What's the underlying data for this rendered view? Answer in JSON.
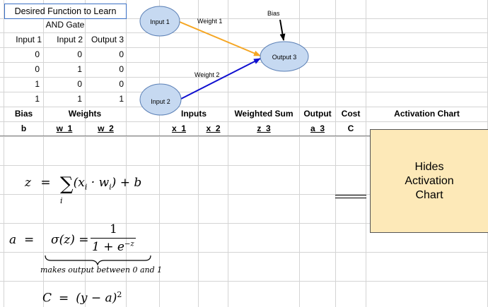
{
  "sheet": {
    "title_cell": "Desired Function to Learn",
    "gate_label": "AND Gate",
    "truth_table": {
      "headers": [
        "Input 1",
        "Input 2",
        "Output 3"
      ],
      "rows": [
        [
          "0",
          "0",
          "0"
        ],
        [
          "0",
          "1",
          "0"
        ],
        [
          "1",
          "0",
          "0"
        ],
        [
          "1",
          "1",
          "1"
        ]
      ]
    },
    "group_headers": {
      "bias": "Bias",
      "weights": "Weights",
      "inputs": "Inputs",
      "weighted_sum": "Weighted Sum",
      "output": "Output",
      "cost": "Cost",
      "activation_chart": "Activation Chart"
    },
    "column_vars": {
      "b": "b",
      "w1": "w_1",
      "w2": "w_2",
      "x1": "x_1",
      "x2": "x_2",
      "z3": "z_3",
      "a3": "a_3",
      "c": "C"
    }
  },
  "diagram": {
    "input1": "Input 1",
    "input2": "Input 2",
    "output3": "Output 3",
    "weight1": "Weight 1",
    "weight2": "Weight 2",
    "bias": "Bias",
    "colors": {
      "node_fill": "#c6d9f1",
      "node_stroke": "#5a7fb5",
      "weight1_arrow": "#f5a623",
      "weight2_arrow": "#1010d0"
    }
  },
  "formulas": {
    "z_lhs": "z",
    "z_eq": "=",
    "z_sum": "∑",
    "z_term": "(x",
    "z_i1": "i",
    "z_dot": " · w",
    "z_i2": "i",
    "z_close": ")  +  b",
    "z_sub": "i",
    "a_lhs": "a",
    "a_eq": "=",
    "a_sigma": "σ(z) =",
    "a_num": "1",
    "a_den": "1  +  e",
    "a_exp": "−z",
    "a_note": "makes output between 0 and 1",
    "c_lhs": "C",
    "c_eq": "=",
    "c_rhs": "(y  −  a)",
    "c_exp": "2"
  },
  "activation_chart_placeholder": "Hides Activation Chart"
}
